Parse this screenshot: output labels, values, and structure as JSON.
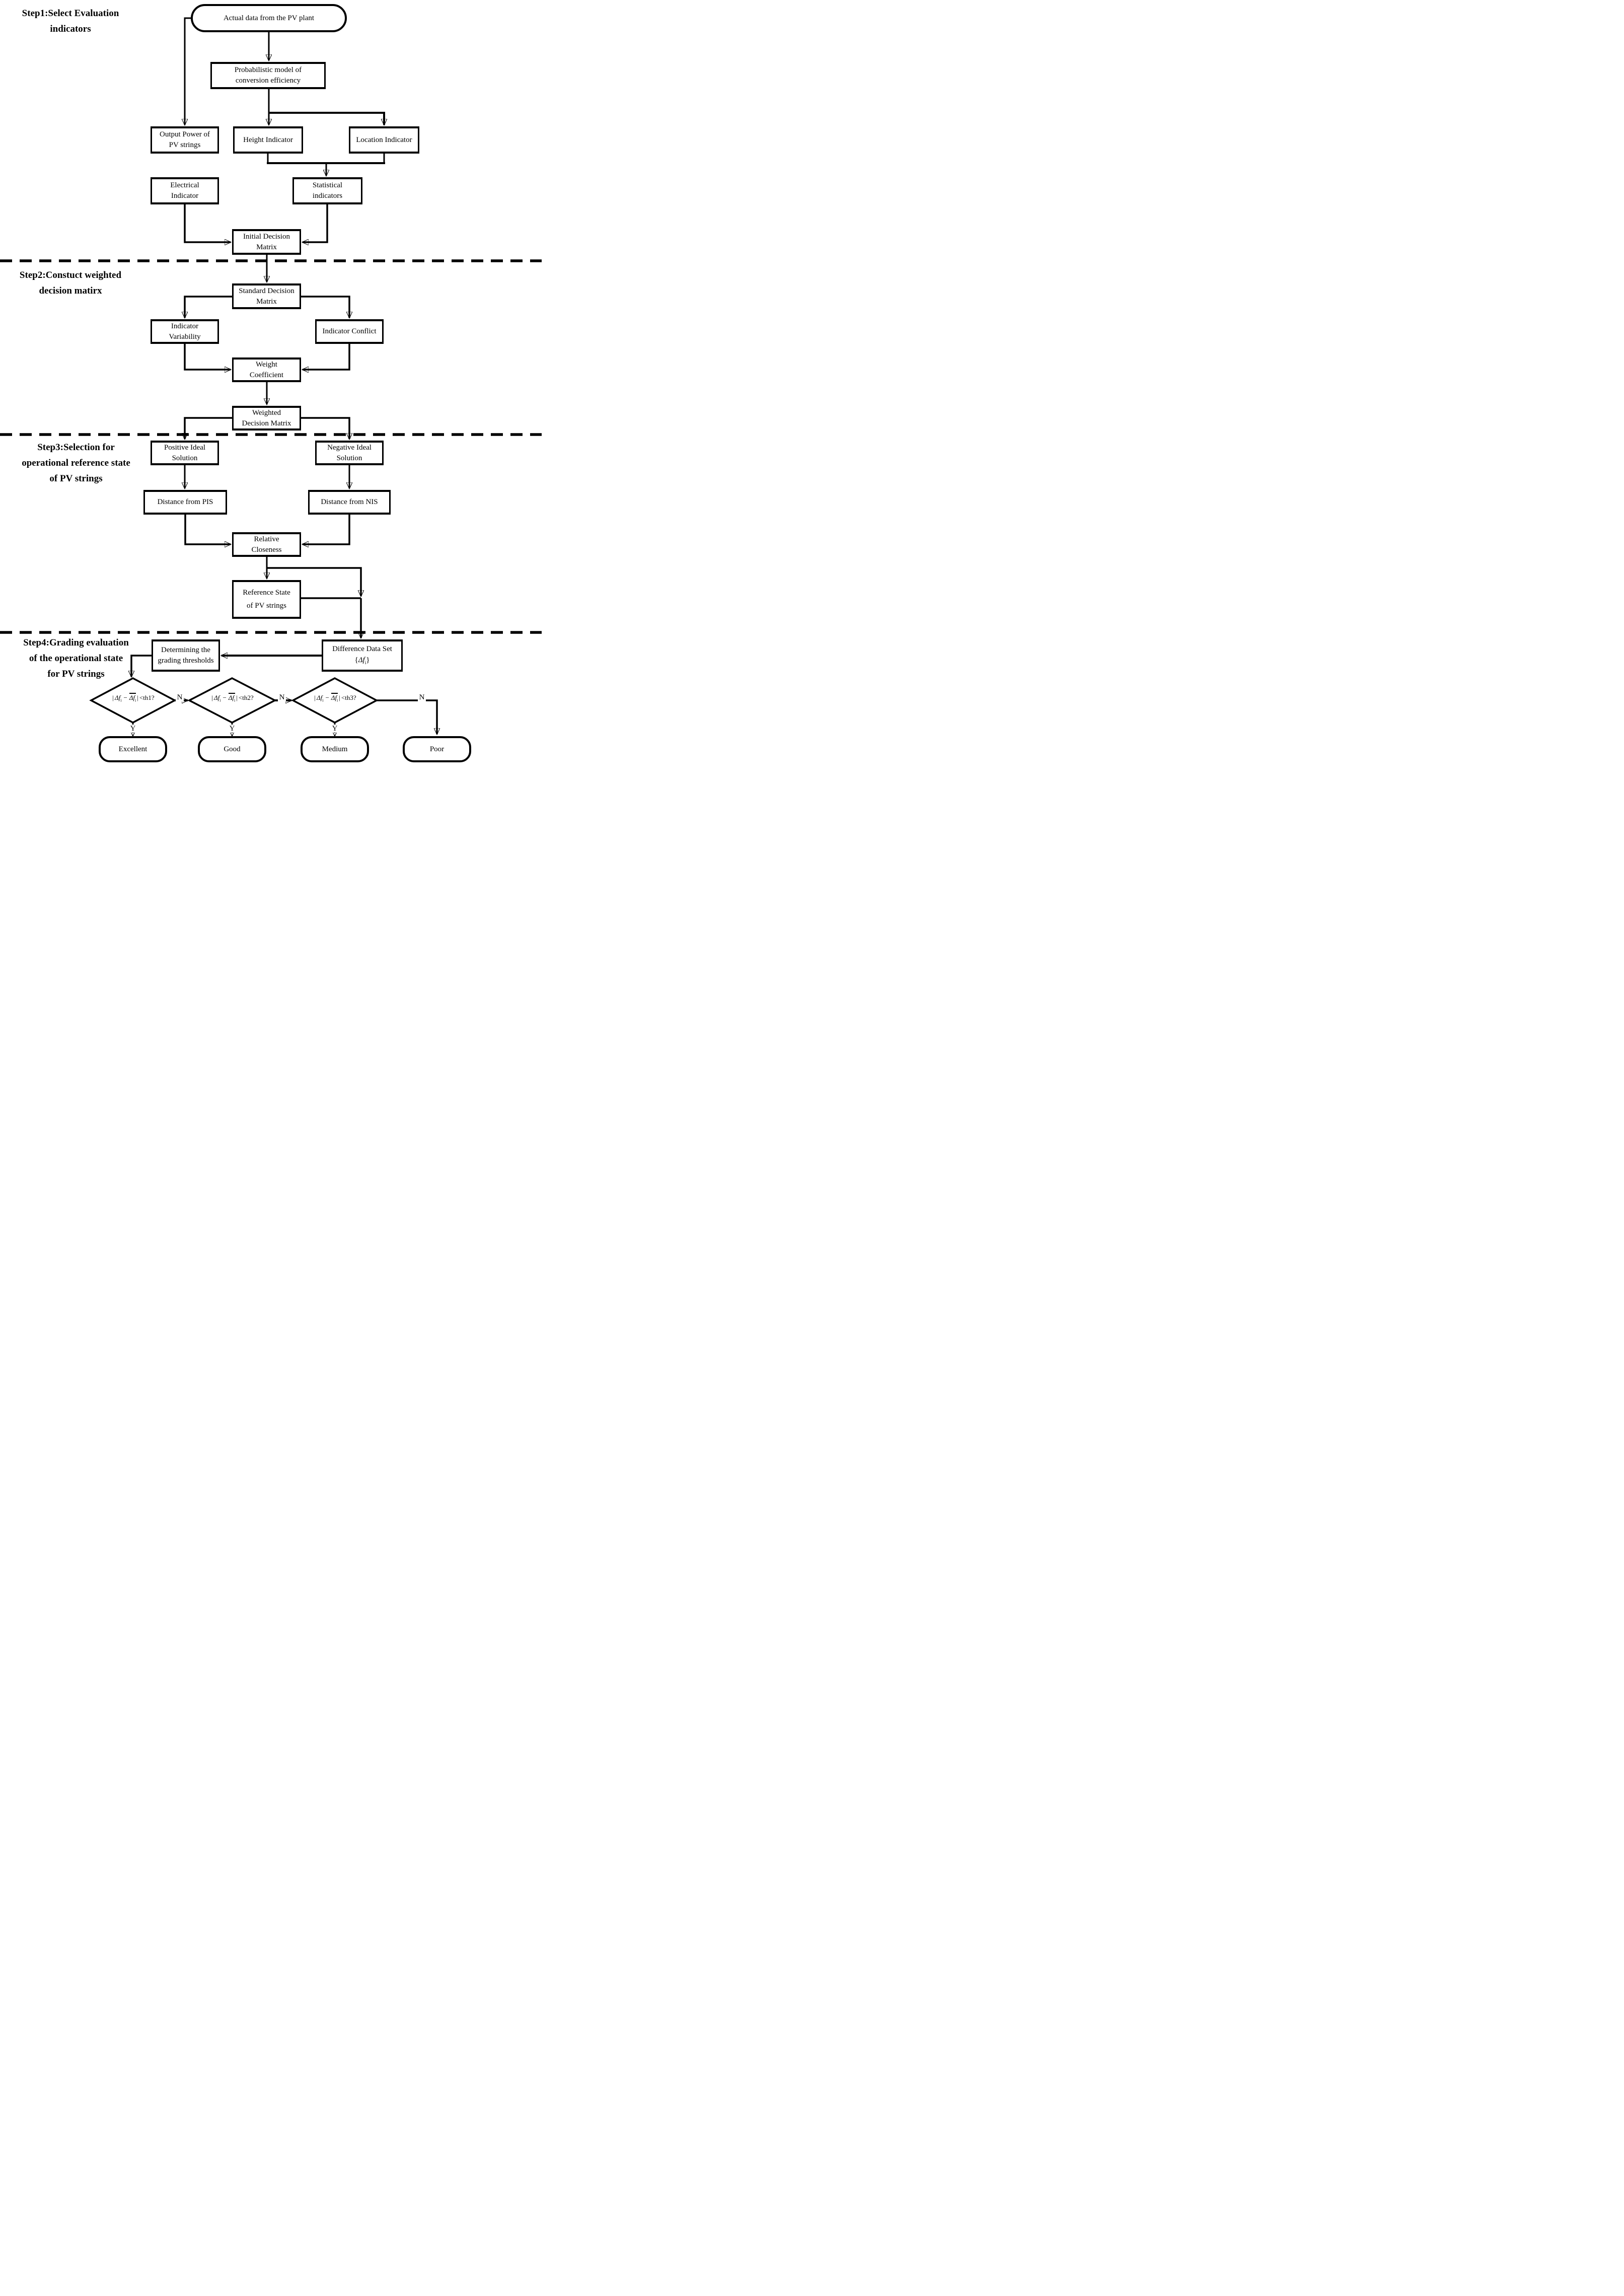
{
  "colors": {
    "ink": "#000000",
    "background": "#ffffff"
  },
  "step_labels": [
    {
      "lines": [
        "Step1:Select Evaluation",
        "indicators"
      ]
    },
    {
      "lines": [
        "Step2:Constuct weighted",
        "decision matirx"
      ]
    },
    {
      "lines": [
        "Step3:Selection for",
        "operational reference state",
        "of PV strings"
      ]
    },
    {
      "lines": [
        "Step4:Grading evaluation",
        "of the operational state",
        "for PV strings"
      ]
    }
  ],
  "nodes": {
    "start": {
      "lines": [
        "Actual data from the PV plant"
      ]
    },
    "prob_model": {
      "lines": [
        "Probabilistic model of",
        "conversion efficiency"
      ]
    },
    "output_power": {
      "lines": [
        "Output Power of",
        "PV strings"
      ]
    },
    "height_indicator": {
      "lines": [
        "Height Indicator"
      ]
    },
    "location_indicator": {
      "lines": [
        "Location Indicator"
      ]
    },
    "electrical_indicator": {
      "lines": [
        "Electrical",
        "Indicator"
      ]
    },
    "statistical_indicators": {
      "lines": [
        "Statistical",
        "indicators"
      ]
    },
    "initial_matrix": {
      "lines": [
        "Initial Decision",
        "Matrix"
      ]
    },
    "standard_matrix": {
      "lines": [
        "Standard Decision",
        "Matrix"
      ]
    },
    "indicator_variability": {
      "lines": [
        "Indicator",
        "Variability"
      ]
    },
    "indicator_conflict": {
      "lines": [
        "Indicator Conflict"
      ]
    },
    "weight_coefficient": {
      "lines": [
        "Weight",
        "Coefficient"
      ]
    },
    "weighted_matrix": {
      "lines": [
        "Weighted",
        "Decision Matrix"
      ]
    },
    "positive_ideal": {
      "lines": [
        "Positive Ideal",
        "Solution"
      ]
    },
    "negative_ideal": {
      "lines": [
        "Negative Ideal",
        "Solution"
      ]
    },
    "distance_pis": {
      "lines": [
        "Distance from PIS"
      ]
    },
    "distance_nis": {
      "lines": [
        "Distance from NIS"
      ]
    },
    "relative_closeness": {
      "lines": [
        "Relative",
        "Closeness"
      ]
    },
    "reference_state": {
      "lines": [
        "Reference State",
        "of PV strings"
      ]
    },
    "grading_thresholds": {
      "lines": [
        "Determining the",
        "grading thresholds"
      ]
    },
    "difference_set": {
      "lines": [
        "Difference Data Set"
      ]
    }
  },
  "math": {
    "abs_bar": "|",
    "delta_f": "Δf",
    "sub_i": "i",
    "minus": "−",
    "less_than": "<",
    "brace_open": "{",
    "brace_close": "}"
  },
  "decisions": [
    {
      "threshold": "th1?"
    },
    {
      "threshold": "th2?"
    },
    {
      "threshold": "th3?"
    }
  ],
  "branch_labels": {
    "yes": "Y",
    "no": "N"
  },
  "terminals": [
    "Excellent",
    "Good",
    "Medium",
    "Poor"
  ]
}
